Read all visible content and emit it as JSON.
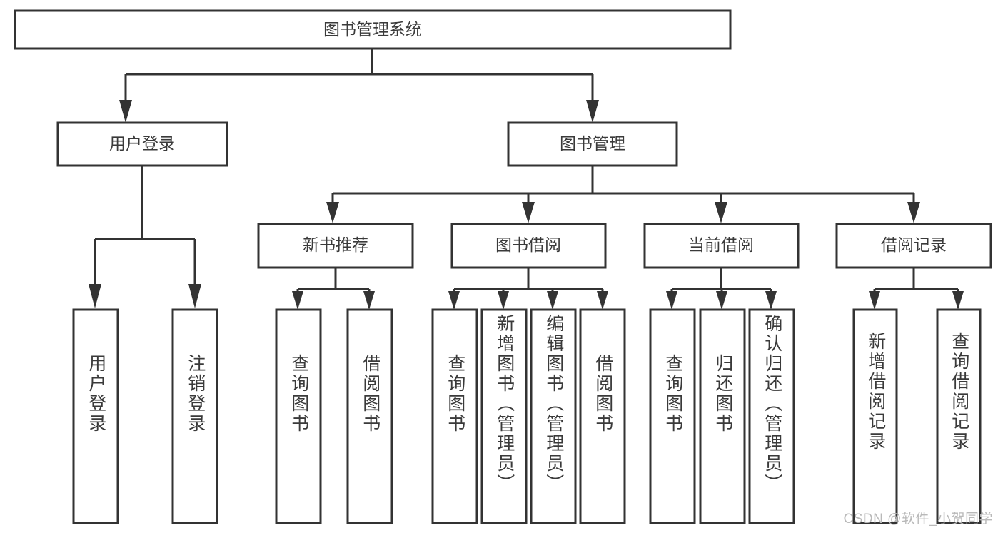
{
  "diagram": {
    "type": "tree-hierarchy",
    "title": "图书管理系统",
    "root": {
      "label": "图书管理系统",
      "level": 0
    },
    "level1": [
      {
        "label": "用户登录"
      },
      {
        "label": "图书管理"
      }
    ],
    "level2": [
      {
        "label": "新书推荐",
        "parent": "图书管理"
      },
      {
        "label": "图书借阅",
        "parent": "图书管理"
      },
      {
        "label": "当前借阅",
        "parent": "图书管理"
      },
      {
        "label": "借阅记录",
        "parent": "图书管理"
      }
    ],
    "leaves": {
      "user_login": [
        {
          "label": "用户登录"
        },
        {
          "label": "注销登录"
        }
      ],
      "new_book": [
        {
          "label": "查询图书"
        },
        {
          "label": "借阅图书"
        }
      ],
      "book_borrow": [
        {
          "label": "查询图书"
        },
        {
          "label": "新增图书（管理员）"
        },
        {
          "label": "编辑图书（管理员）"
        },
        {
          "label": "借阅图书"
        }
      ],
      "current_borrow": [
        {
          "label": "查询图书"
        },
        {
          "label": "归还图书"
        },
        {
          "label": "确认归还（管理员）"
        }
      ],
      "borrow_record": [
        {
          "label": "新增借阅记录"
        },
        {
          "label": "查询借阅记录"
        }
      ]
    }
  },
  "watermark": {
    "text": "CSDN @软件_小贺同学"
  },
  "colors": {
    "stroke": "#333333",
    "text": "#3a3a3a",
    "background": "#ffffff",
    "watermark": "#b9b9b9"
  }
}
